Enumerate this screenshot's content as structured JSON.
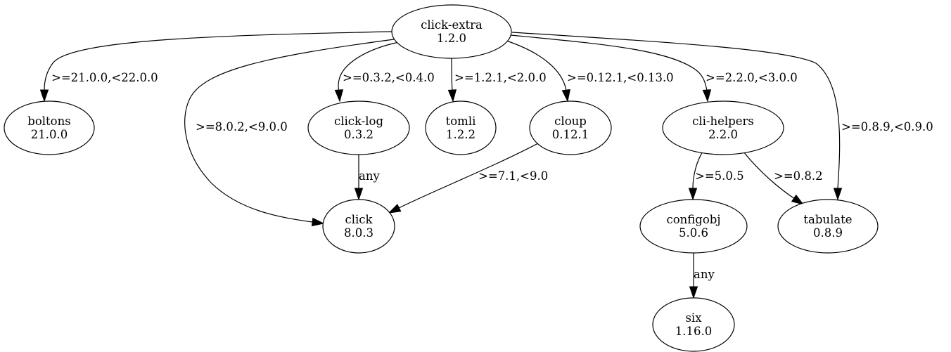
{
  "nodes": [
    {
      "id": "click-extra",
      "name": "click-extra",
      "version": "1.2.0"
    },
    {
      "id": "boltons",
      "name": "boltons",
      "version": "21.0.0"
    },
    {
      "id": "click-log",
      "name": "click-log",
      "version": "0.3.2"
    },
    {
      "id": "tomli",
      "name": "tomli",
      "version": "1.2.2"
    },
    {
      "id": "cloup",
      "name": "cloup",
      "version": "0.12.1"
    },
    {
      "id": "cli-helpers",
      "name": "cli-helpers",
      "version": "2.2.0"
    },
    {
      "id": "click",
      "name": "click",
      "version": "8.0.3"
    },
    {
      "id": "configobj",
      "name": "configobj",
      "version": "5.0.6"
    },
    {
      "id": "tabulate",
      "name": "tabulate",
      "version": "0.8.9"
    },
    {
      "id": "six",
      "name": "six",
      "version": "1.16.0"
    }
  ],
  "edges": [
    {
      "id": "e-extra-boltons",
      "from": "click-extra",
      "to": "boltons",
      "label": ">=21.0.0,<22.0.0"
    },
    {
      "id": "e-extra-click",
      "from": "click-extra",
      "to": "click",
      "label": ">=8.0.2,<9.0.0"
    },
    {
      "id": "e-extra-clicklog",
      "from": "click-extra",
      "to": "click-log",
      "label": ">=0.3.2,<0.4.0"
    },
    {
      "id": "e-extra-tomli",
      "from": "click-extra",
      "to": "tomli",
      "label": ">=1.2.1,<2.0.0"
    },
    {
      "id": "e-extra-cloup",
      "from": "click-extra",
      "to": "cloup",
      "label": ">=0.12.1,<0.13.0"
    },
    {
      "id": "e-extra-clihelpers",
      "from": "click-extra",
      "to": "cli-helpers",
      "label": ">=2.2.0,<3.0.0"
    },
    {
      "id": "e-extra-tabulate",
      "from": "click-extra",
      "to": "tabulate",
      "label": ">=0.8.9,<0.9.0"
    },
    {
      "id": "e-clicklog-click",
      "from": "click-log",
      "to": "click",
      "label": "any"
    },
    {
      "id": "e-cloup-click",
      "from": "cloup",
      "to": "click",
      "label": ">=7.1,<9.0"
    },
    {
      "id": "e-clihelpers-configobj",
      "from": "cli-helpers",
      "to": "configobj",
      "label": ">=5.0.5"
    },
    {
      "id": "e-clihelpers-tabulate",
      "from": "cli-helpers",
      "to": "tabulate",
      "label": ">=0.8.2"
    },
    {
      "id": "e-configobj-six",
      "from": "configobj",
      "to": "six",
      "label": "any"
    }
  ]
}
